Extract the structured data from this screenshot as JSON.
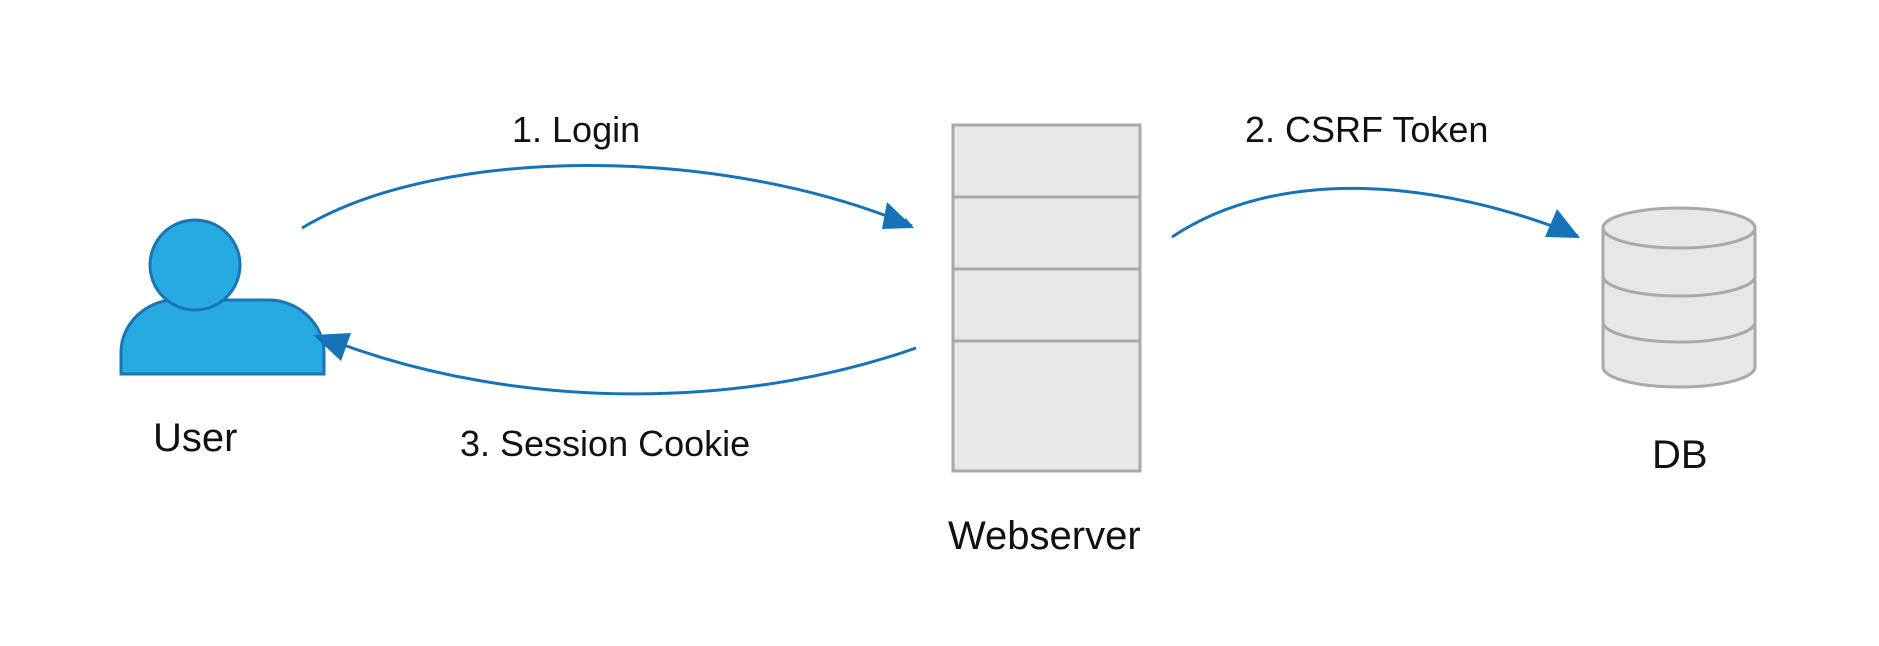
{
  "diagram": {
    "nodes": {
      "user": {
        "label": "User",
        "icon": "user-icon"
      },
      "webserver": {
        "label": "Webserver",
        "icon": "server-rack-icon"
      },
      "db": {
        "label": "DB",
        "icon": "database-icon"
      }
    },
    "edges": [
      {
        "from": "user",
        "to": "webserver",
        "label": "1. Login"
      },
      {
        "from": "webserver",
        "to": "db",
        "label": "2. CSRF Token"
      },
      {
        "from": "webserver",
        "to": "user",
        "label": "3. Session Cookie"
      }
    ]
  },
  "colors": {
    "arrow": "#1673b8",
    "user_fill": "#27a9e1",
    "user_stroke": "#1b74b4",
    "shape_fill": "#e6e7e8",
    "shape_stroke": "#a7a9ac",
    "text": "#111111"
  }
}
